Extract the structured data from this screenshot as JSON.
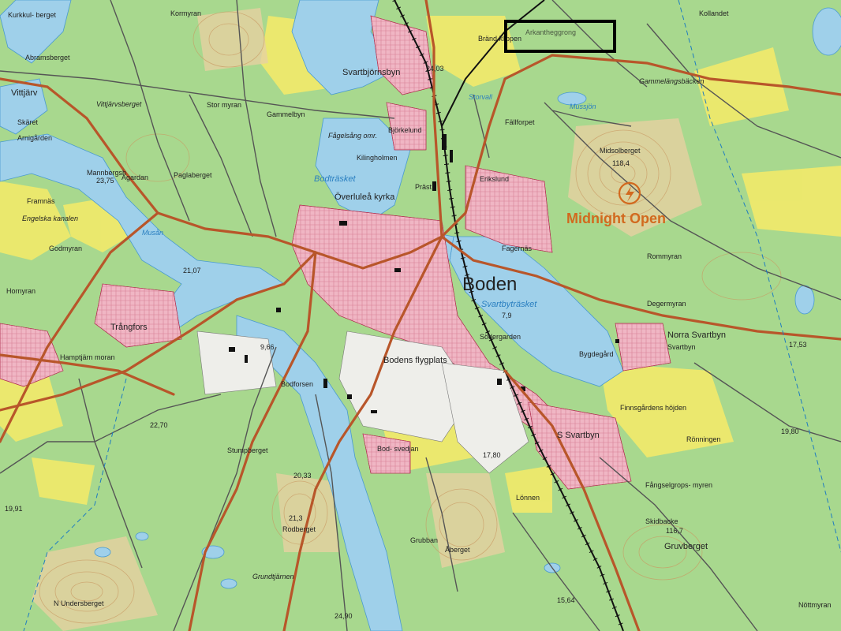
{
  "map": {
    "city": "Boden",
    "event": {
      "name": "Midnight Open",
      "icon": "lightning-circle-icon",
      "color": "#d2691e"
    },
    "highlight_box": {
      "label": "Arkantheggrong",
      "border_color": "#000000"
    },
    "colors": {
      "land": "#a8d88e",
      "forest": "#9fd17f",
      "water": "#9fd0ea",
      "urban": "#f0b6c4",
      "field": "#f2ea6a",
      "road_major": "#b8562a",
      "road_minor": "#555555",
      "contour": "#c99a63"
    },
    "places": [
      {
        "id": "vittjarv",
        "text": "Vittjärv"
      },
      {
        "id": "svartbjornsbyn",
        "text": "Svartbjörnsbyn"
      },
      {
        "id": "bjorkelund",
        "text": "Björkelund"
      },
      {
        "id": "fagelsang",
        "text": "Fågelsång omr."
      },
      {
        "id": "kilingholmen",
        "text": "Kilingholmen"
      },
      {
        "id": "overlulea",
        "text": "Överluleå kyrka"
      },
      {
        "id": "prast",
        "text": "Präst"
      },
      {
        "id": "erikslund",
        "text": "Erikslund"
      },
      {
        "id": "fagernas",
        "text": "Fagernäs"
      },
      {
        "id": "paglaberget",
        "text": "Paglaberget"
      },
      {
        "id": "agardan",
        "text": "Ägardan"
      },
      {
        "id": "mannbergsh",
        "text": "Mannbergsh"
      },
      {
        "id": "framnas",
        "text": "Framnäs"
      },
      {
        "id": "engelska",
        "text": "Engelska kanalen"
      },
      {
        "id": "godmyran",
        "text": "Godmyran"
      },
      {
        "id": "hornyran",
        "text": "Hornyran"
      },
      {
        "id": "trangfors",
        "text": "Trångfors"
      },
      {
        "id": "hamptjarn",
        "text": "Hamptjärn moran"
      },
      {
        "id": "bodens_flyg",
        "text": "Bodens flygplats"
      },
      {
        "id": "bodforsen",
        "text": "Bodforsen"
      },
      {
        "id": "stumpberget",
        "text": "Stumpberget"
      },
      {
        "id": "bodsvedjan",
        "text": "Bod- svedjan"
      },
      {
        "id": "sodergarden",
        "text": "Södergarden"
      },
      {
        "id": "norra_svartbyn",
        "text": "Norra Svartbyn"
      },
      {
        "id": "s_svartbyn",
        "text": "S Svartbyn"
      },
      {
        "id": "degerrnyran",
        "text": "Degermyran"
      },
      {
        "id": "rommyran",
        "text": "Rommyran"
      },
      {
        "id": "midsolberget",
        "text": "Midsolberget"
      },
      {
        "id": "gammelangs",
        "text": "Gammelängsbäcken"
      },
      {
        "id": "fallforpet",
        "text": "Fällforpet"
      },
      {
        "id": "kollandet",
        "text": "Kollandet"
      },
      {
        "id": "brand_klippen",
        "text": "Bränd klippen"
      },
      {
        "id": "vittjarvsberget",
        "text": "Vittjärvsberget"
      },
      {
        "id": "armgarden",
        "text": "Arnigården"
      },
      {
        "id": "skaret",
        "text": "Skäret"
      },
      {
        "id": "abramsberget",
        "text": "Abramsberget"
      },
      {
        "id": "kurkkulberget",
        "text": "Kurkkul- berget"
      },
      {
        "id": "kormyran",
        "text": "Kormyran"
      },
      {
        "id": "gammelbyn",
        "text": "Gammelbyn"
      },
      {
        "id": "stormyran",
        "text": "Stor myran"
      },
      {
        "id": "gruvberget",
        "text": "Gruvberget"
      },
      {
        "id": "nottmyran",
        "text": "Nöttmyran"
      },
      {
        "id": "grubban",
        "text": "Grubban"
      },
      {
        "id": "abarget",
        "text": "Åberget"
      },
      {
        "id": "lonnen",
        "text": "Lönnen"
      },
      {
        "id": "rodberget",
        "text": "Rodberget"
      },
      {
        "id": "n_undersberget",
        "text": "N Undersberget"
      },
      {
        "id": "grundtjarnen",
        "text": "Grundtjärnen"
      },
      {
        "id": "finnsgarden",
        "text": "Finnsgårdens höjden"
      },
      {
        "id": "ronningen",
        "text": "Rönningen"
      },
      {
        "id": "skidbacke",
        "text": "Skidbacke"
      },
      {
        "id": "fangselgrops",
        "text": "Fångselgrops- myren"
      },
      {
        "id": "bygdeg",
        "text": "Bygdegård"
      },
      {
        "id": "stora_lulea",
        "text": "Svartbyn"
      }
    ],
    "water_labels": [
      {
        "id": "svartbytrask",
        "text": "Svartbyträsket"
      },
      {
        "id": "bodtrask",
        "text": "Bodträsket"
      },
      {
        "id": "mussjon",
        "text": "Mussjön"
      },
      {
        "id": "musan",
        "text": "Musån"
      },
      {
        "id": "stormyrb",
        "text": "Storvall"
      }
    ],
    "elevations": [
      {
        "id": "e1",
        "text": "23,75"
      },
      {
        "id": "e2",
        "text": "21,07"
      },
      {
        "id": "e3",
        "text": "7,9"
      },
      {
        "id": "e4",
        "text": "17,53"
      },
      {
        "id": "e5",
        "text": "19,80"
      },
      {
        "id": "e6",
        "text": "17,80"
      },
      {
        "id": "e7",
        "text": "15,64"
      },
      {
        "id": "e8",
        "text": "22,70"
      },
      {
        "id": "e9",
        "text": "19,91"
      },
      {
        "id": "e10",
        "text": "118,4"
      },
      {
        "id": "e11",
        "text": "116,7"
      },
      {
        "id": "e12",
        "text": "24,03"
      },
      {
        "id": "e13",
        "text": "9,66"
      },
      {
        "id": "e14",
        "text": "21,3"
      },
      {
        "id": "e15",
        "text": "24,90"
      },
      {
        "id": "e16",
        "text": "20,33"
      }
    ]
  }
}
